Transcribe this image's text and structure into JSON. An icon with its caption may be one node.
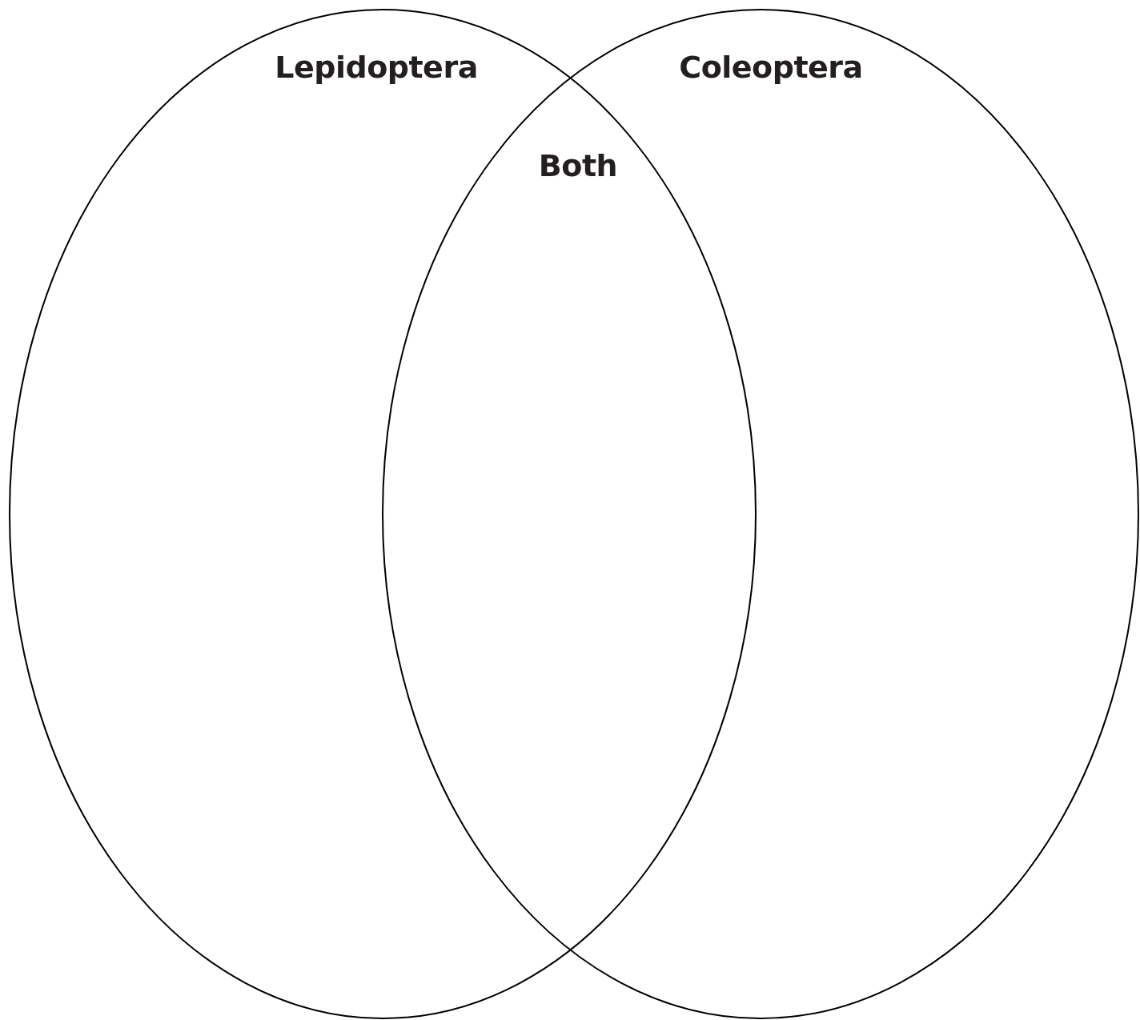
{
  "diagram": {
    "nodes": [
      {
        "text": [
          "Lepidoptera"
        ]
      },
      {
        "text": [
          "Coleoptera"
        ]
      }
    ],
    "labels": [
      "Both"
    ]
  }
}
